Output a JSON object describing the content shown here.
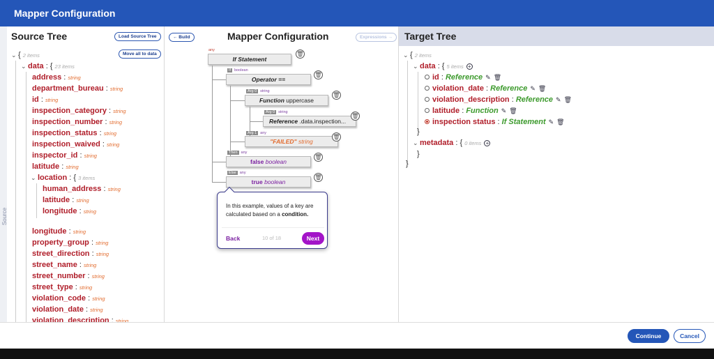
{
  "window": {
    "title": "Mapper Configuration"
  },
  "sidebar_tab": {
    "label": "Source"
  },
  "source": {
    "title": "Source Tree",
    "load_label": "Load Source Tree",
    "move_label": "Move all to data",
    "root_count": "2 items",
    "data_key": "data",
    "data_count": "23 items",
    "fields": [
      {
        "name": "address",
        "type": "string"
      },
      {
        "name": "department_bureau",
        "type": "string"
      },
      {
        "name": "id",
        "type": "string"
      },
      {
        "name": "inspection_category",
        "type": "string"
      },
      {
        "name": "inspection_number",
        "type": "string"
      },
      {
        "name": "inspection_status",
        "type": "string"
      },
      {
        "name": "inspection_waived",
        "type": "string"
      },
      {
        "name": "inspector_id",
        "type": "string"
      },
      {
        "name": "latitude",
        "type": "string"
      }
    ],
    "location_key": "location",
    "location_count": "3 items",
    "location_fields": [
      {
        "name": "human_address",
        "type": "string"
      },
      {
        "name": "latitude",
        "type": "string"
      },
      {
        "name": "longitude",
        "type": "string"
      }
    ],
    "fields_after": [
      {
        "name": "longitude",
        "type": "string"
      },
      {
        "name": "property_group",
        "type": "string"
      },
      {
        "name": "street_direction",
        "type": "string"
      },
      {
        "name": "street_name",
        "type": "string"
      },
      {
        "name": "street_number",
        "type": "string"
      },
      {
        "name": "street_type",
        "type": "string"
      },
      {
        "name": "violation_code",
        "type": "string"
      },
      {
        "name": "violation_date",
        "type": "string"
      },
      {
        "name": "violation_description",
        "type": "string"
      }
    ]
  },
  "mapper": {
    "title": "Mapper Configuration",
    "build_label": "← Build",
    "expressions_label": "Expressions →",
    "if_tag": "any",
    "if_label": "If Statement",
    "op_tag_box": "If",
    "op_tag": "boolean",
    "op_label": "Operator ==",
    "arg0_box": "Arg 0",
    "arg0_tag": "string",
    "fn_label": "Function",
    "fn_name": "uppercase",
    "arg00_box": "Arg 0",
    "arg00_tag": "string",
    "ref_label": "Reference",
    "ref_path": ".data.inspection...",
    "arg1_box": "Arg 1",
    "arg1_tag": "any",
    "failed_value": "\"FAILED\"",
    "failed_type": "string",
    "then_box": "Then",
    "then_tag": "any",
    "then_value": "false",
    "then_type": "boolean",
    "else_box": "Else",
    "else_tag": "any",
    "else_value": "true",
    "else_type": "boolean"
  },
  "tooltip": {
    "text_1": "In this example, values of a key are calculated based on a",
    "text_bold": "condition.",
    "back_label": "Back",
    "step": "10 of 18",
    "next_label": "Next"
  },
  "target": {
    "title": "Target Tree",
    "root_count": "2 items",
    "data_key": "data",
    "data_count": "5 items",
    "fields": [
      {
        "name": "id",
        "value": "Reference"
      },
      {
        "name": "violation_date",
        "value": "Reference"
      },
      {
        "name": "violation_description",
        "value": "Reference"
      },
      {
        "name": "latitude",
        "value": "Function"
      },
      {
        "name": "inspection status",
        "value": "If Statement"
      }
    ],
    "metadata_key": "metadata",
    "metadata_count": "0 items"
  },
  "footer": {
    "continue_label": "Continue",
    "cancel_label": "Cancel"
  },
  "colors": {
    "header": "#2456b8",
    "key": "#b01e2a",
    "type": "#e26a2c",
    "target_value": "#3c9a2c",
    "next_button": "#a314c8"
  }
}
